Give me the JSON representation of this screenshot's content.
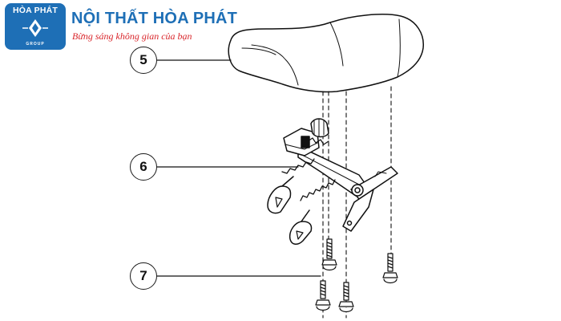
{
  "brand": {
    "badge_text": "HÒA PHÁT",
    "badge_subtext": "GROUP",
    "name": "NỘI THẤT HÒA PHÁT",
    "slogan": "Bừng sáng không gian của bạn",
    "colors": {
      "primary": "#1e6fb6",
      "slogan": "#d9262b"
    }
  },
  "callouts": [
    {
      "number": "5"
    },
    {
      "number": "6"
    },
    {
      "number": "7"
    }
  ]
}
